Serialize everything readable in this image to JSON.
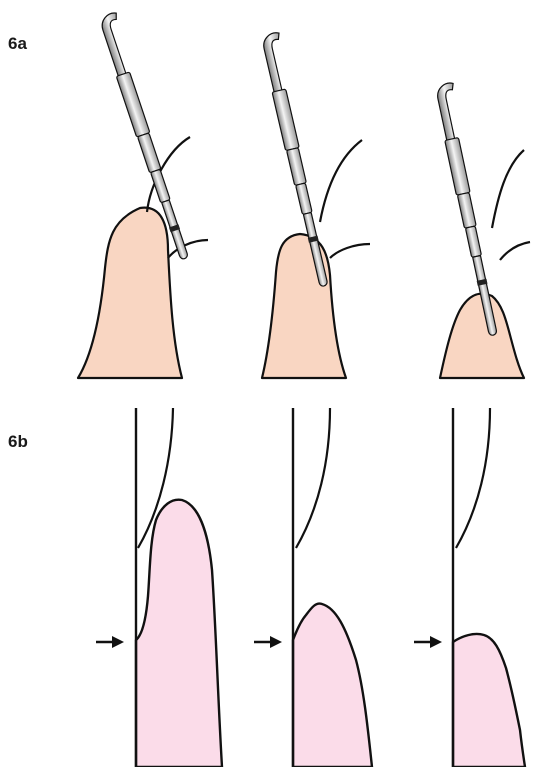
{
  "panels": [
    {
      "id": "6a",
      "label": "6a"
    },
    {
      "id": "6b",
      "label": "6b"
    }
  ],
  "colors": {
    "gingiva_6a": "#f9d6c2",
    "gingiva_6b": "#fbdce9",
    "outline": "#111111",
    "probe_light": "#f2f2f2",
    "probe_dark": "#8a8a8a"
  },
  "icons": {
    "arrow": "right-arrow-icon",
    "probe": "periodontal-probe"
  }
}
